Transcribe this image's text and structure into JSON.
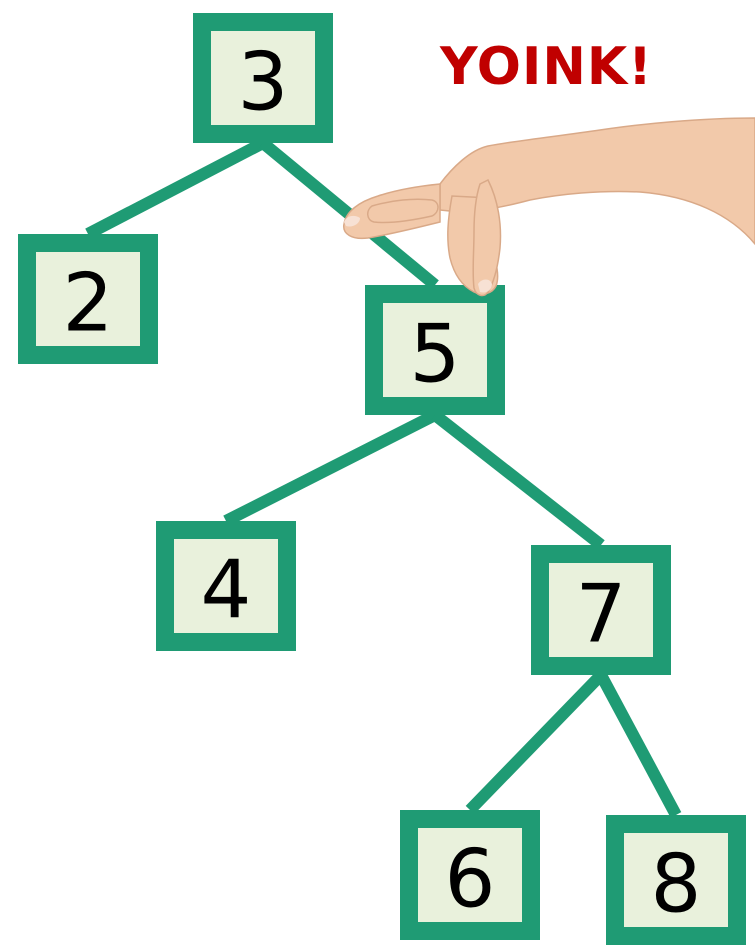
{
  "caption": "YOINK!",
  "colors": {
    "border": "#1f9b74",
    "fill": "#e9f1dc",
    "edge": "#1f9b74",
    "caption": "#c00000",
    "skin": "#f2c9aa"
  },
  "tree": {
    "nodes": [
      {
        "id": "n3",
        "label": "3"
      },
      {
        "id": "n2",
        "label": "2"
      },
      {
        "id": "n5",
        "label": "5"
      },
      {
        "id": "n4",
        "label": "4"
      },
      {
        "id": "n7",
        "label": "7"
      },
      {
        "id": "n6",
        "label": "6"
      },
      {
        "id": "n8",
        "label": "8"
      }
    ],
    "edges": [
      {
        "from": "n3",
        "to": "n2"
      },
      {
        "from": "n3",
        "to": "n5"
      },
      {
        "from": "n5",
        "to": "n4"
      },
      {
        "from": "n5",
        "to": "n7"
      },
      {
        "from": "n7",
        "to": "n6"
      },
      {
        "from": "n7",
        "to": "n8"
      }
    ]
  },
  "illustration": "hand-icon"
}
